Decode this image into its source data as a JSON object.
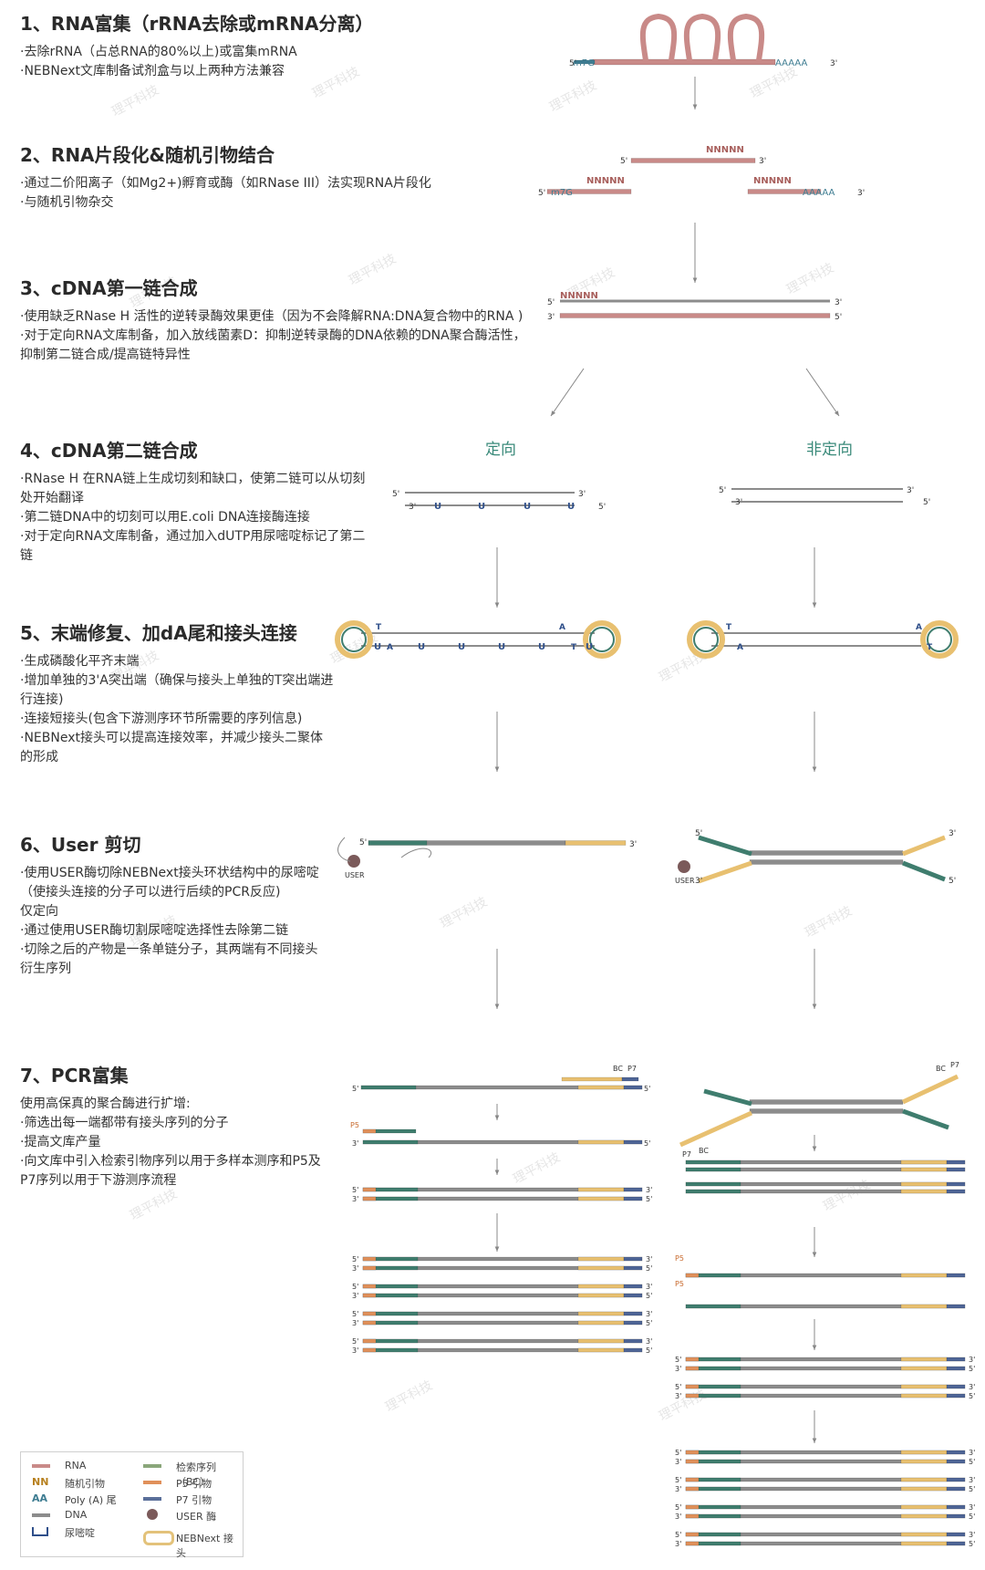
{
  "steps": [
    {
      "title": "1、RNA富集（rRNA去除或mRNA分离）",
      "bullets": [
        "·去除rRNA（占总RNA的80%以上)或富集mRNA",
        "·NEBNext文库制备试剂盒与以上两种方法兼容"
      ]
    },
    {
      "title": "2、RNA片段化&随机引物结合",
      "bullets": [
        "·通过二价阳离子（如Mg2+)孵育或酶（如RNase III）法实现RNA片段化",
        "·与随机引物杂交"
      ]
    },
    {
      "title": "3、cDNA第一链合成",
      "bullets": [
        "·使用缺乏RNase H 活性的逆转录酶效果更佳（因为不会降解RNA:DNA复合物中的RNA )",
        "·对于定向RNA文库制备，加入放线菌素D：抑制逆转录酶的DNA依赖的DNA聚合酶活性，抑制第二链合成/提高链特异性"
      ]
    },
    {
      "title": "4、cDNA第二链合成",
      "bullets": [
        "·RNase H 在RNA链上生成切刻和缺口，使第二链可以从切刻处开始翻译",
        "·第二链DNA中的切刻可以用E.coli DNA连接酶连接",
        "·对于定向RNA文库制备，通过加入dUTP用尿嘧啶标记了第二链"
      ]
    },
    {
      "title": "5、末端修复、加dA尾和接头连接",
      "bullets": [
        "·生成磷酸化平齐末端",
        "·增加单独的3'A突出端（确保与接头上单独的T突出端进行连接)",
        "·连接短接头(包含下游测序环节所需要的序列信息)",
        "·NEBNext接头可以提高连接效率，并减少接头二聚体的形成"
      ]
    },
    {
      "title": "6、User 剪切",
      "bullets": [
        "·使用USER酶切除NEBNext接头环状结构中的尿嘧啶（使接头连接的分子可以进行后续的PCR反应)",
        "仅定向",
        "·通过使用USER酶切割尿嘧啶选择性去除第二链",
        "·切除之后的产物是一条单链分子，其两端有不同接头衍生序列"
      ]
    },
    {
      "title": "7、PCR富集",
      "bullets": [
        "使用高保真的聚合酶进行扩增:",
        "·筛选出每一端都带有接头序列的分子",
        "·提高文库产量",
        "·向文库中引入检索引物序列以用于多样本测序和P5及P7序列以用于下游测序流程"
      ]
    }
  ],
  "columns": {
    "directional": "定向",
    "non_directional": "非定向"
  },
  "marks": {
    "m7g": "m7G",
    "polya": "AAAAA",
    "nnnnn": "NNNNN",
    "five": "5'",
    "three": "3'",
    "u": "U",
    "t": "T",
    "a": "A",
    "user": "USER",
    "bc": "BC",
    "p7": "P7",
    "p5": "P5"
  },
  "legend": [
    {
      "key": "RNA",
      "label": "RNA",
      "color": "#c98a88"
    },
    {
      "key": "NN",
      "label": "随机引物",
      "color": "#b7801f"
    },
    {
      "key": "AA",
      "label": "Poly (A) 尾",
      "color": "#3f7d92"
    },
    {
      "key": "DNA",
      "label": "DNA",
      "color": "#8c8c8c"
    },
    {
      "key": "U",
      "label": "尿嘧啶",
      "color": "#2f4f8a"
    },
    {
      "key": "BC",
      "label": "检索序列（BC）",
      "color": "#8aa67a"
    },
    {
      "key": "P5",
      "label": "P5 引物",
      "color": "#e0905a"
    },
    {
      "key": "P7",
      "label": "P7 引物",
      "color": "#5a6f9a"
    },
    {
      "key": "USER",
      "label": "USER 酶",
      "color": "#7b5a5a"
    },
    {
      "key": "ADP",
      "label": "NEBNext 接头",
      "color": "#e3c27a"
    }
  ],
  "legend_glyphs": {
    "nn": "NN",
    "aa": "AA"
  },
  "watermark": "理平科技",
  "colors": {
    "rna": "#c98a88",
    "rna_dark": "#a85f5c",
    "dna": "#8c8c8c",
    "teal": "#3f7d6e",
    "gold": "#e8c070",
    "p5": "#e0905a",
    "p7": "#4e6596",
    "polya": "#3f7d92",
    "arrow": "#888888"
  }
}
